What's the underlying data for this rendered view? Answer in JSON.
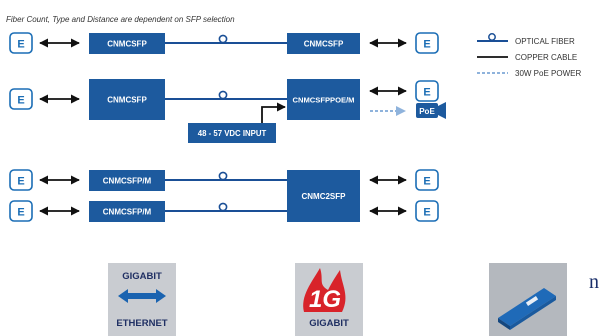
{
  "note": "Fiber Count, Type and Distance are dependent on SFP selection",
  "colors": {
    "box": "#1d5a9e",
    "edge": "#1a6db5",
    "fiber": "#1a4f96",
    "poe": "#8fb3dc"
  },
  "rows": {
    "row1": {
      "left": "CNMCSFP",
      "right": "CNMCSFP"
    },
    "row2": {
      "left": "CNMCSFP",
      "right": "CNMCSFPPOE/M",
      "power": "48 - 57 VDC INPUT",
      "poe_badge": "PoE"
    },
    "row3": {
      "top": "CNMCSFP/M",
      "bottom": "CNMCSFP/M",
      "right": "CNMC2SFP"
    }
  },
  "edge_label": "E",
  "legend": {
    "fiber": "OPTICAL FIBER",
    "copper": "COPPER CABLE",
    "poe": "30W PoE POWER"
  },
  "logos": {
    "gigabit_ethernet": {
      "top": "GIGABIT",
      "bottom": "ETHERNET"
    },
    "one_g": {
      "big": "1G",
      "bottom": "GIGABIT"
    },
    "sfp_icon": "sfp-module-icon"
  },
  "trailing_text": "n"
}
